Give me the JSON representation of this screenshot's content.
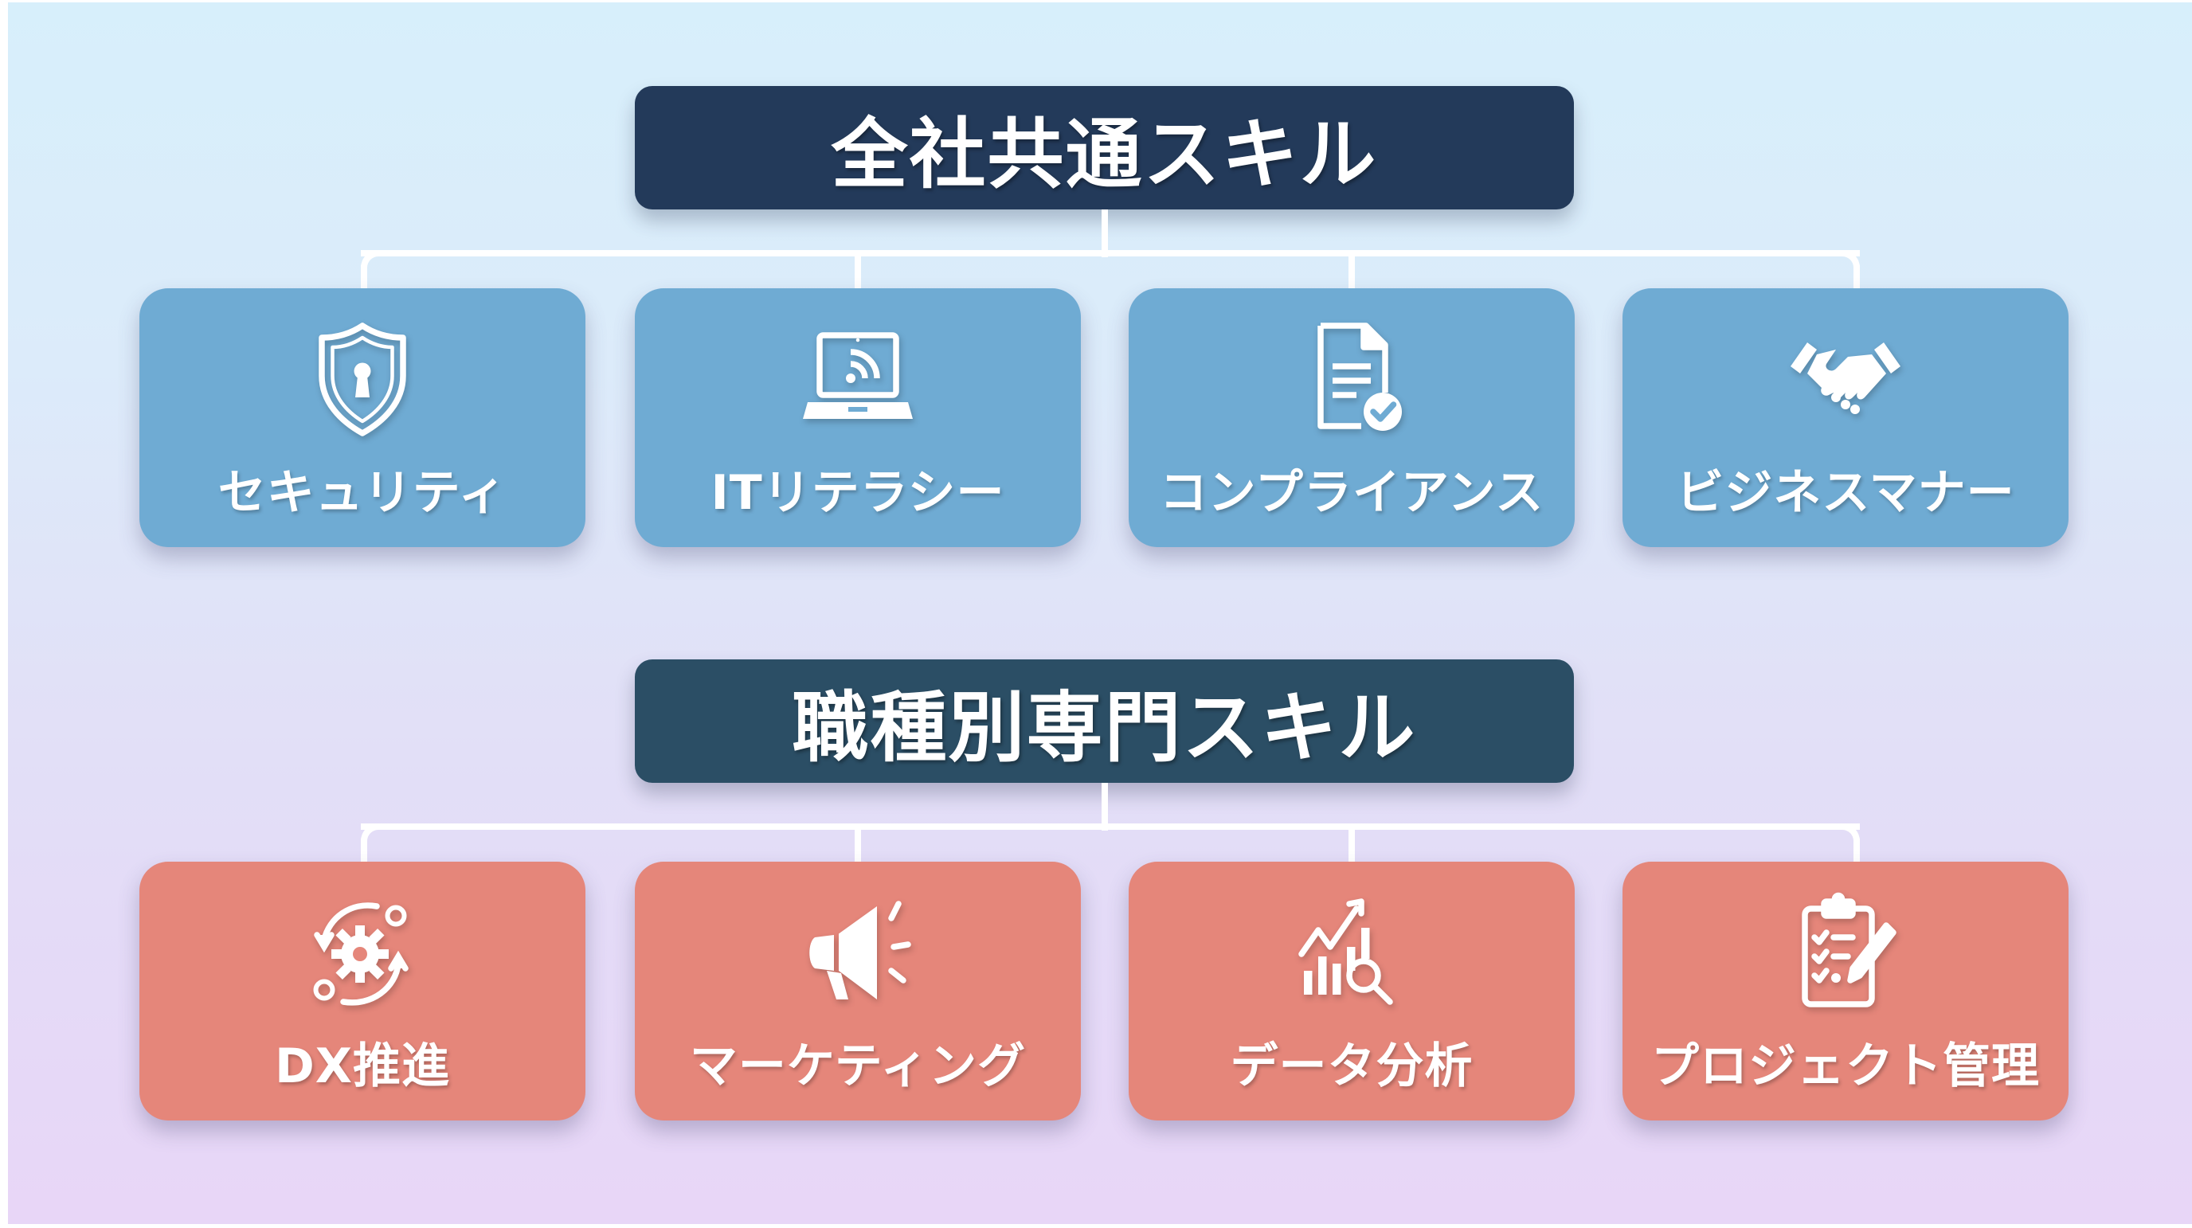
{
  "sections": [
    {
      "title": "全社共通スキル",
      "color": "#233a5a",
      "card_color": "#6fabd3",
      "items": [
        {
          "label": "セキュリティ",
          "icon": "shield-lock-icon"
        },
        {
          "label": "ITリテラシー",
          "icon": "laptop-wifi-icon"
        },
        {
          "label": "コンプライアンス",
          "icon": "document-check-icon"
        },
        {
          "label": "ビジネスマナー",
          "icon": "handshake-icon"
        }
      ]
    },
    {
      "title": "職種別専門スキル",
      "color": "#2b4e65",
      "card_color": "#e5867a",
      "items": [
        {
          "label": "DX推進",
          "icon": "gears-cycle-icon"
        },
        {
          "label": "マーケティング",
          "icon": "megaphone-icon"
        },
        {
          "label": "データ分析",
          "icon": "chart-magnifier-icon"
        },
        {
          "label": "プロジェクト管理",
          "icon": "clipboard-checklist-icon"
        }
      ]
    }
  ],
  "background": {
    "top": "#d7effb",
    "bottom": "#e8d6f7"
  }
}
